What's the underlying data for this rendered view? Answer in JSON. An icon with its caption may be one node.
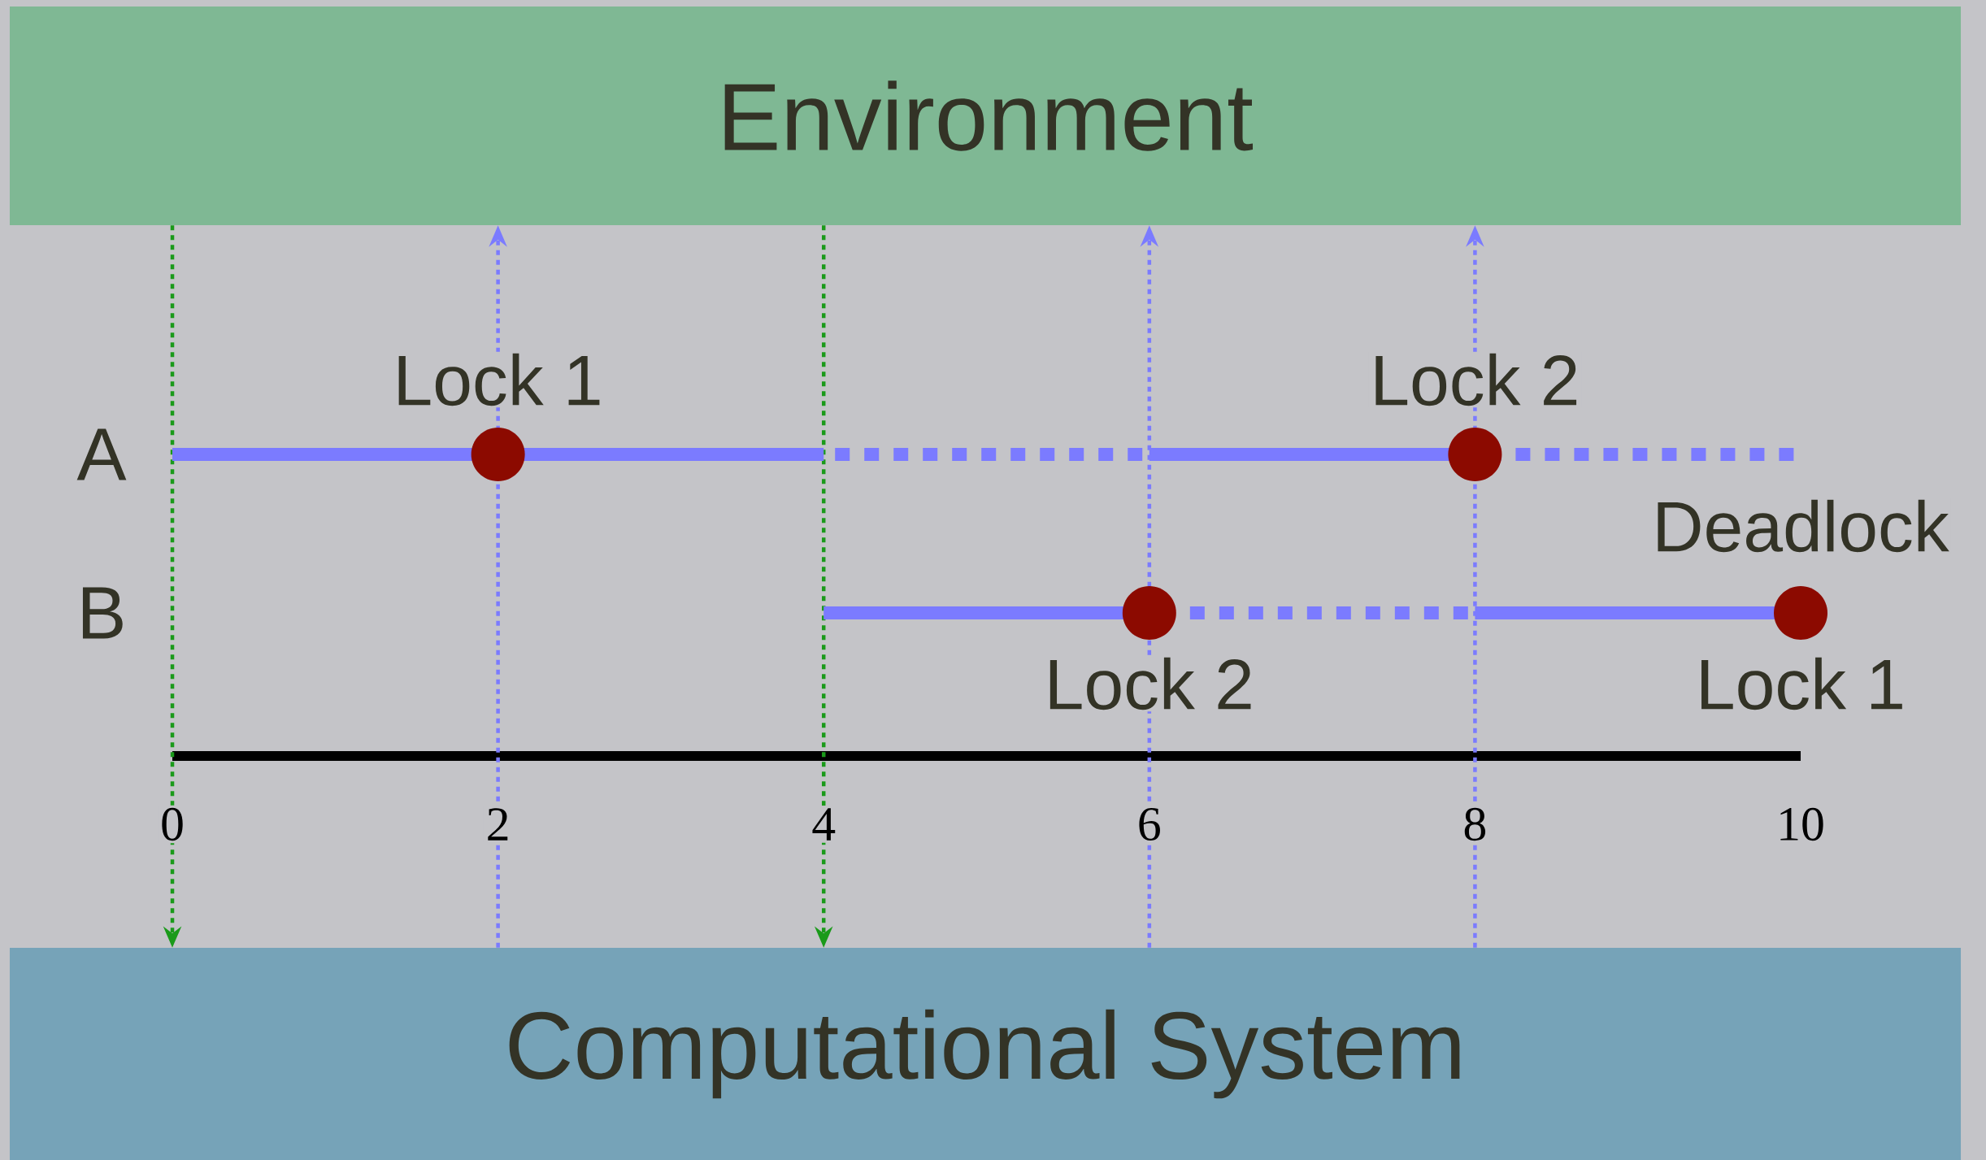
{
  "diagram": {
    "nodes": [
      {
        "text": [
          "Environment"
        ]
      },
      {
        "text": [
          "Computational System"
        ]
      }
    ],
    "edges": [
      {
        "from": 0,
        "to": 1,
        "arrow": "to",
        "style": "dashed",
        "color": "#1a9a1a"
      },
      {
        "from": 1,
        "to": 0,
        "arrow": "to",
        "style": "dashed"
      },
      {
        "from": 0,
        "to": 1,
        "arrow": "to",
        "style": "dashed",
        "color": "#1a9a1a"
      },
      {
        "from": 1,
        "to": 0,
        "arrow": "to",
        "style": "dashed"
      },
      {
        "from": 1,
        "to": 0,
        "arrow": "to",
        "style": "dashed"
      }
    ],
    "labels": [
      "Lock 1",
      "Lock 2",
      "A",
      "Deadlock",
      "B",
      "Lock 2",
      "Lock 1",
      "0",
      "2",
      "4",
      "6",
      "8",
      "10"
    ]
  }
}
